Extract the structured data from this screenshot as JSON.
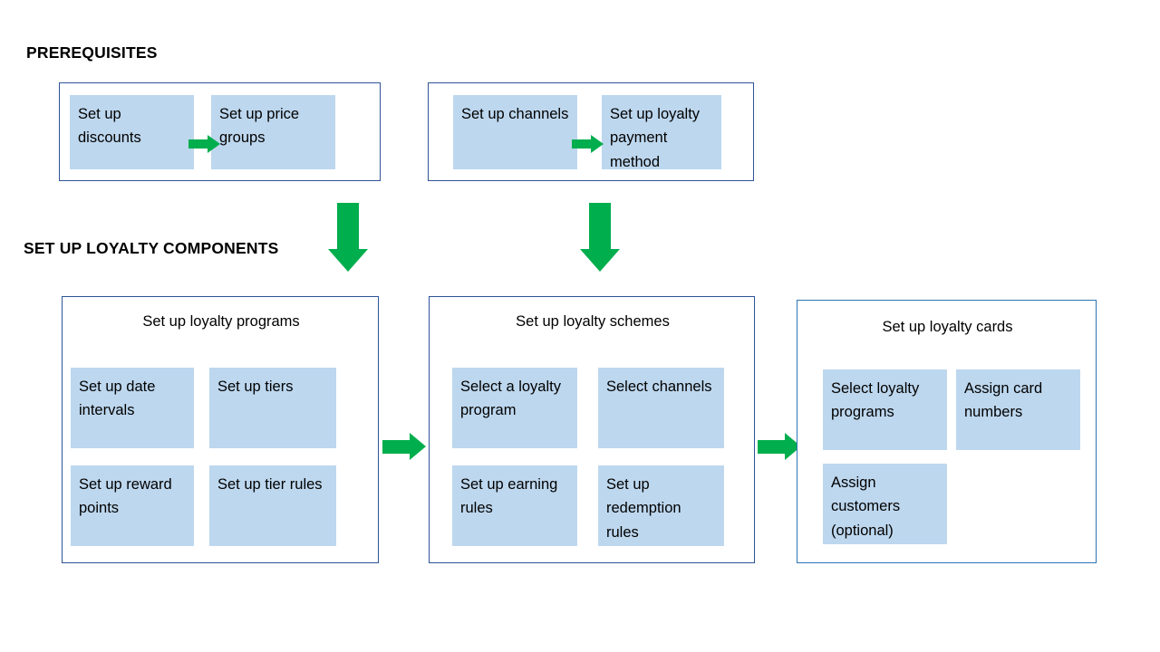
{
  "colors": {
    "arrow_green": "#00AE4D",
    "tile_blue": "#BDD7EE",
    "frame_border_dark": "#2E5496",
    "frame_border_light": "#2E74B5",
    "text": "#000000",
    "background": "#FFFFFF"
  },
  "headings": {
    "prerequisites": "PREREQUISITES",
    "loyalty_components": "SET UP LOYALTY COMPONENTS"
  },
  "prerequisites": {
    "groups": [
      {
        "id": "prereq-group-1",
        "steps": [
          {
            "label": "Set up discounts"
          },
          {
            "label": "Set up price groups"
          }
        ]
      },
      {
        "id": "prereq-group-2",
        "steps": [
          {
            "label": "Set up channels"
          },
          {
            "label": "Set up loyalty payment method"
          }
        ]
      }
    ]
  },
  "components": {
    "groups": [
      {
        "id": "loyalty-programs",
        "title": "Set up loyalty programs",
        "tiles": [
          {
            "label": "Set up date intervals"
          },
          {
            "label": "Set up tiers"
          },
          {
            "label": "Set up reward points"
          },
          {
            "label": "Set up tier rules"
          }
        ]
      },
      {
        "id": "loyalty-schemes",
        "title": "Set up loyalty schemes",
        "tiles": [
          {
            "label": "Select a loyalty program"
          },
          {
            "label": "Select channels"
          },
          {
            "label": "Set up earning rules"
          },
          {
            "label": "Set up redemption rules"
          }
        ]
      },
      {
        "id": "loyalty-cards",
        "title": "Set up loyalty cards",
        "tiles": [
          {
            "label": "Select loyalty programs"
          },
          {
            "label": "Assign card numbers"
          },
          {
            "label": "Assign customers (optional)"
          }
        ]
      }
    ]
  },
  "arrows": {
    "prereq1_inner": "arrow-right-icon",
    "prereq2_inner": "arrow-right-icon",
    "prereq1_down": "arrow-down-icon",
    "prereq2_down": "arrow-down-icon",
    "programs_to_schemes": "arrow-right-icon",
    "schemes_to_cards": "arrow-right-icon"
  }
}
